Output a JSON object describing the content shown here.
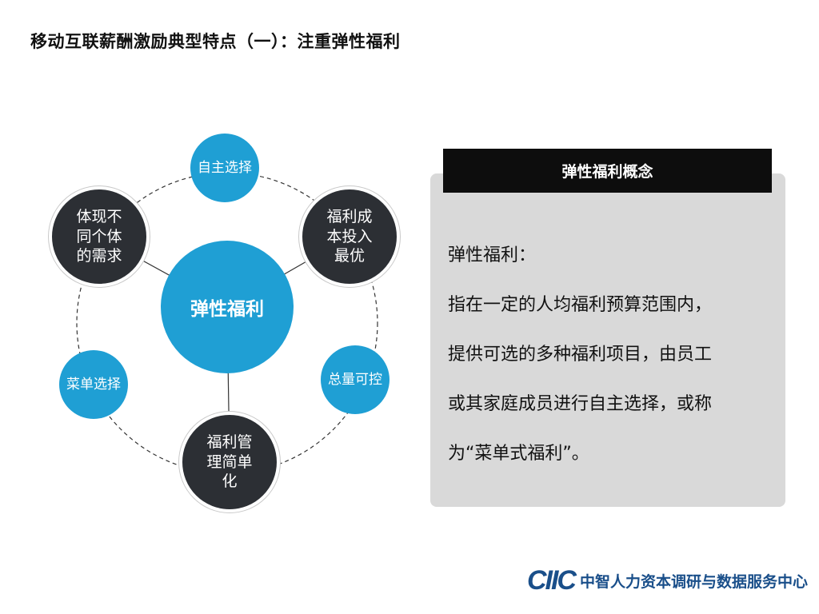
{
  "title": "移动互联薪酬激励典型特点（一）：注重弹性福利",
  "diagram": {
    "center": "弹性福利",
    "nodes": {
      "top": "自主选择",
      "upper_left": [
        "体现不",
        "同个体",
        "的需求"
      ],
      "upper_right": [
        "福利成",
        "本投入",
        "最优"
      ],
      "lower_left": "菜单选择",
      "lower_right": "总量可控",
      "bottom": [
        "福利管",
        "理简单",
        "化"
      ]
    }
  },
  "concept": {
    "header": "弹性福利概念",
    "lines": [
      "弹性福利：",
      "指在一定的人均福利预算范围内，",
      "提供可选的多种福利项目，由员工",
      "或其家庭成员进行自主选择，或称",
      "为“菜单式福利”。"
    ]
  },
  "footer": {
    "logo_mark": "CIIC",
    "logo_text": "中智人力资本调研与数据服务中心"
  },
  "colors": {
    "blue_node": "#1f9fd4",
    "dark_node": "#2c2f34",
    "panel_bg": "#d9d9d9",
    "header_bg": "#0d0d0d",
    "logo": "#1a4f8a"
  }
}
